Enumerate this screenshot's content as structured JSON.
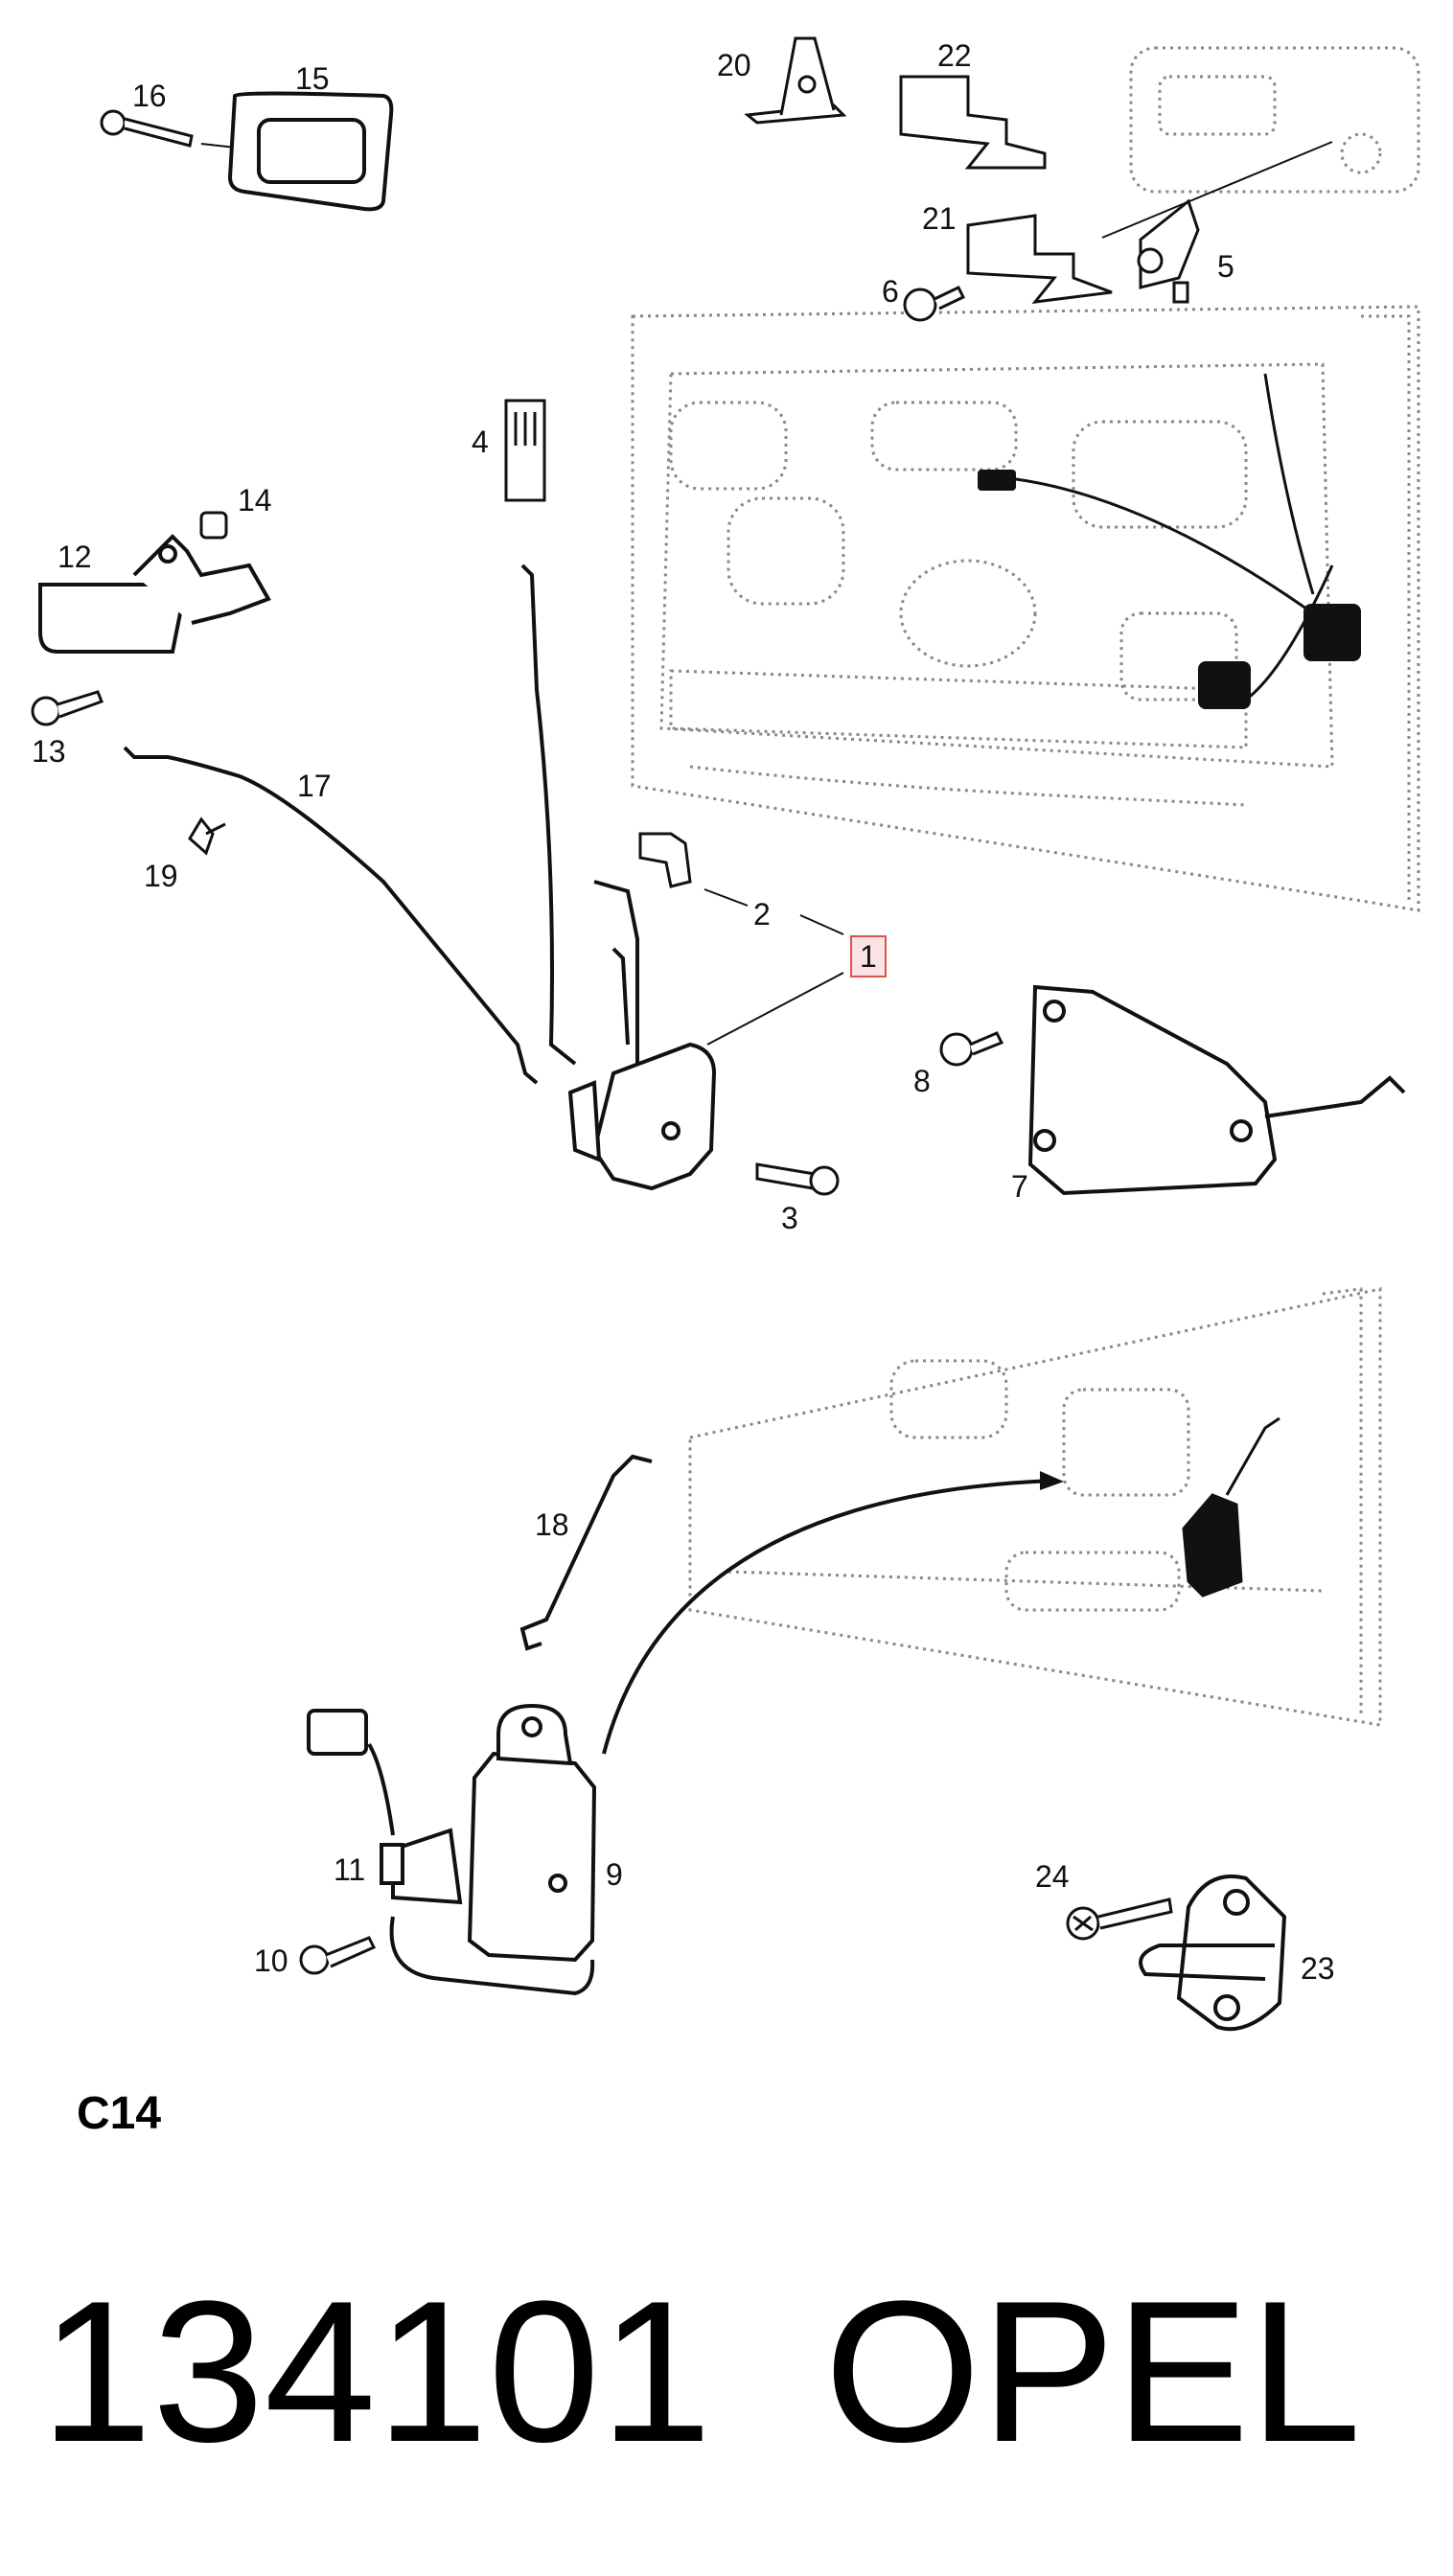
{
  "callouts": {
    "c1": "1",
    "c2": "2",
    "c3": "3",
    "c4": "4",
    "c5": "5",
    "c6": "6",
    "c7": "7",
    "c8": "8",
    "c9": "9",
    "c10": "10",
    "c11": "11",
    "c12": "12",
    "c13": "13",
    "c14": "14",
    "c15": "15",
    "c16": "16",
    "c17": "17",
    "c18": "18",
    "c19": "19",
    "c20": "20",
    "c21": "21",
    "c22": "22",
    "c23": "23",
    "c24": "24"
  },
  "highlighted_callout": "1",
  "section_code": "C14",
  "part_number": "134101",
  "brand": "OPEL",
  "colors": {
    "highlight_fill": "#fbe3e3",
    "highlight_border": "#d9534f",
    "line": "#111111"
  }
}
